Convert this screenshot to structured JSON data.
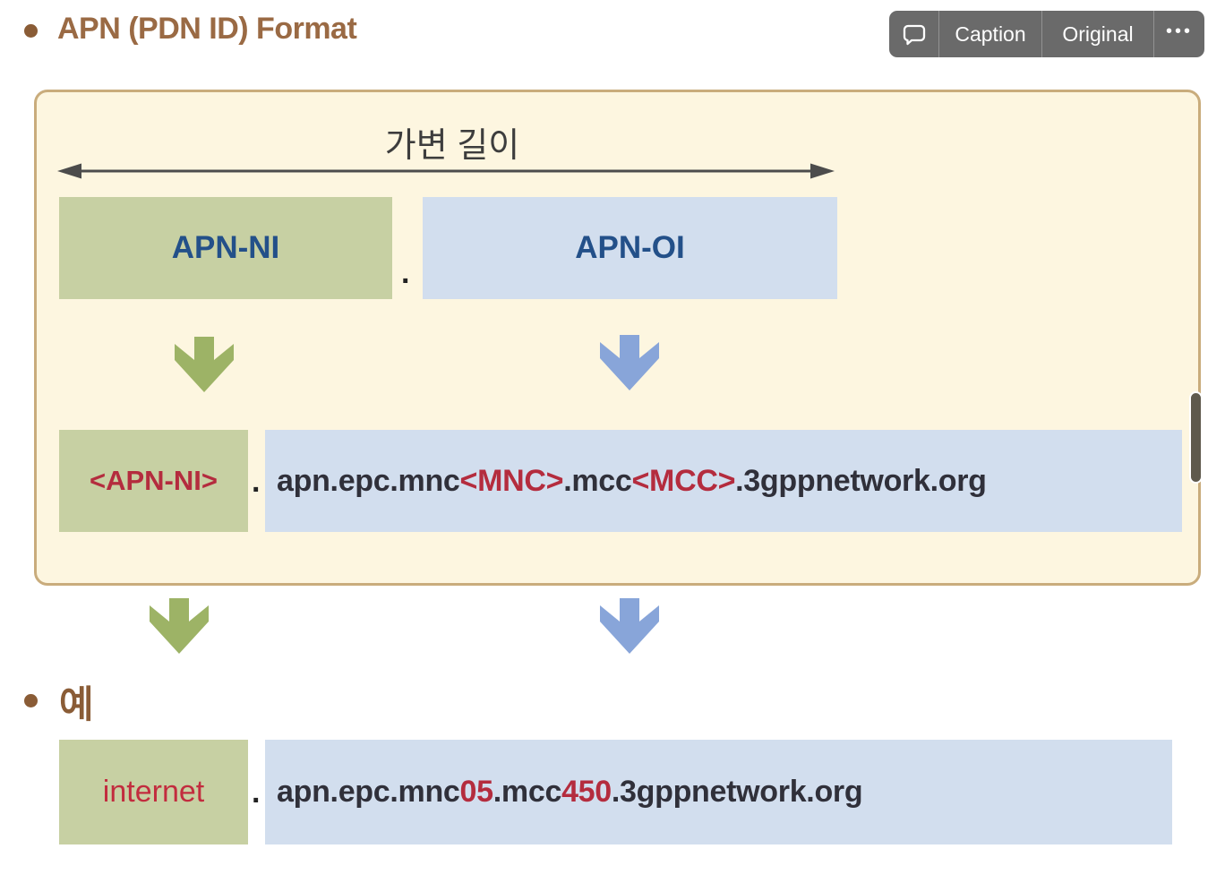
{
  "header": {
    "title": "APN (PDN ID) Format"
  },
  "toolbar": {
    "caption_label": "Caption",
    "original_label": "Original",
    "more_label": "•••"
  },
  "diagram": {
    "variable_length_label": "가변 길이",
    "row1": {
      "ni_label": "APN-NI",
      "separator": ".",
      "oi_label": "APN-OI"
    },
    "row2": {
      "ni_label": "<APN-NI>",
      "separator": ".",
      "oi_parts": [
        {
          "text": "apn.epc.mnc"
        },
        {
          "text": "<MNC>"
        },
        {
          "text": ".mcc"
        },
        {
          "text": "<MCC>"
        },
        {
          "text": ".3gppnetwork.org"
        }
      ]
    }
  },
  "example": {
    "bullet_label": "예",
    "ni_label": "internet",
    "separator": ".",
    "oi_parts": [
      {
        "text": "apn.epc.mnc"
      },
      {
        "text": "05"
      },
      {
        "text": ".mcc"
      },
      {
        "text": "450"
      },
      {
        "text": ".3gppnetwork.org"
      }
    ]
  },
  "colors": {
    "title_brown": "#9a6a44",
    "box_green": "#c7d0a3",
    "box_blue": "#d2deee",
    "label_blue": "#235089",
    "accent_red": "#b42c3e",
    "arrow_green": "#9db366",
    "arrow_blue": "#88a5d9",
    "panel_cream": "#fdf6e0",
    "panel_border": "#c9ac7c",
    "toolbar_gray": "#6a6a6a",
    "dark_text": "#30303a"
  }
}
